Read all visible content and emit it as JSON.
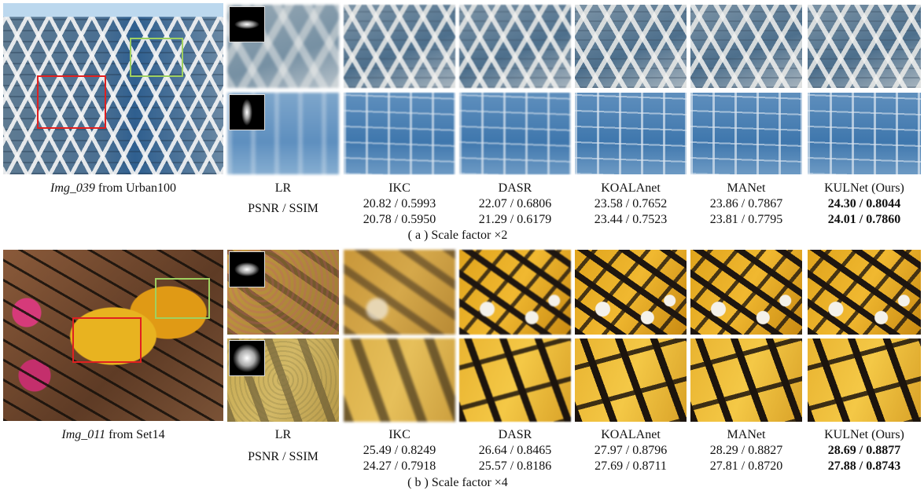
{
  "colors": {
    "box_red": "#e02020",
    "box_green": "#9fd060"
  },
  "section_a": {
    "caption_italic": "Img_039",
    "caption_rest": " from Urban100",
    "lr_label": "LR",
    "metric_label": "PSNR / SSIM",
    "scale_caption": "( a ) Scale factor ×2",
    "methods": [
      {
        "name": "IKC",
        "row1": "20.82 / 0.5993",
        "row2": "20.78 / 0.5950",
        "bold": false
      },
      {
        "name": "DASR",
        "row1": "22.07 / 0.6806",
        "row2": "21.29 / 0.6179",
        "bold": false
      },
      {
        "name": "KOALAnet",
        "row1": "23.58 / 0.7652",
        "row2": "23.44 / 0.7523",
        "bold": false
      },
      {
        "name": "MANet",
        "row1": "23.86 / 0.7867",
        "row2": "23.81 / 0.7795",
        "bold": false
      },
      {
        "name": "KULNet (Ours)",
        "row1": "24.30 / 0.8044",
        "row2": "24.01 / 0.7860",
        "bold": true
      }
    ]
  },
  "section_b": {
    "caption_italic": "Img_011",
    "caption_rest": " from Set14",
    "lr_label": "LR",
    "metric_label": "PSNR / SSIM",
    "scale_caption": "( b ) Scale factor ×4",
    "methods": [
      {
        "name": "IKC",
        "row1": "25.49 / 0.8249",
        "row2": "24.27 / 0.7918",
        "bold": false
      },
      {
        "name": "DASR",
        "row1": "26.64 / 0.8465",
        "row2": "25.57 / 0.8186",
        "bold": false
      },
      {
        "name": "KOALAnet",
        "row1": "27.97 / 0.8796",
        "row2": "27.69 / 0.8711",
        "bold": false
      },
      {
        "name": "MANet",
        "row1": "28.29 / 0.8827",
        "row2": "27.81 / 0.8720",
        "bold": false
      },
      {
        "name": "KULNet (Ours)",
        "row1": "28.69 / 0.8877",
        "row2": "27.88 / 0.8743",
        "bold": true
      }
    ]
  }
}
